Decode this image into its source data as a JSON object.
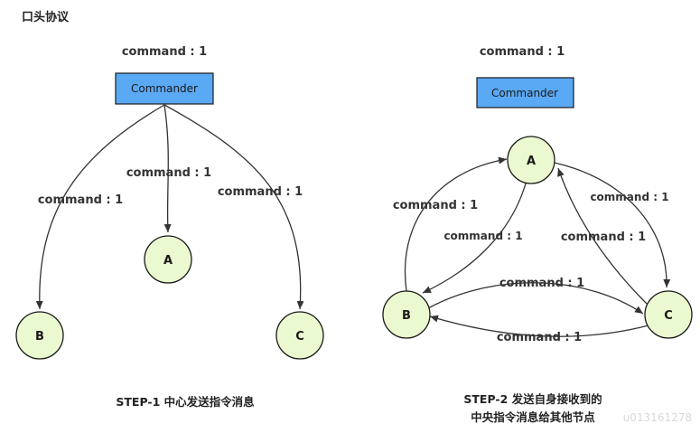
{
  "title": "口头协议",
  "step1": {
    "top_label": "command : 1",
    "box_label": "Commander",
    "edge_label_b": "command : 1",
    "edge_label_a": "command : 1",
    "edge_label_c": "command : 1",
    "node_a": "A",
    "node_b": "B",
    "node_c": "C",
    "caption": "STEP-1 中心发送指令消息"
  },
  "step2": {
    "top_label": "command : 1",
    "box_label": "Commander",
    "node_a": "A",
    "node_b": "B",
    "node_c": "C",
    "label_b_to_a": "command : 1",
    "label_a_to_b": "command : 1",
    "label_a_to_c": "command : 1",
    "label_c_to_a": "command : 1",
    "label_b_to_c": "command : 1",
    "label_c_to_b": "command : 1",
    "caption_line1": "STEP-2 发送自身接收到的",
    "caption_line2": "中央指令消息给其他节点"
  },
  "watermark": "u013161278",
  "colors": {
    "commander_fill": "#5aa9f5",
    "node_fill": "#eaf9cf",
    "stroke": "#1a1a1a",
    "edge": "#333333"
  }
}
